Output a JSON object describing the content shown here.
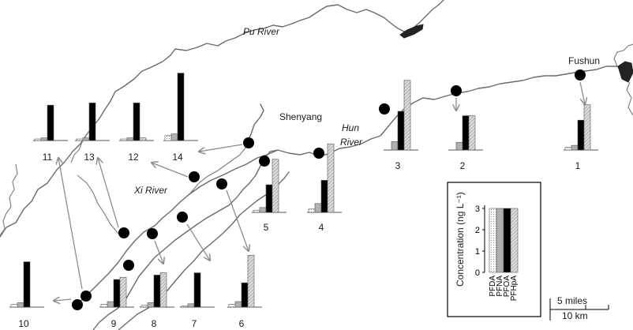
{
  "rivers": {
    "pu": "Pu River",
    "hun_line1": "Hun",
    "hun_line2": "River",
    "xi": "Xi River"
  },
  "cities": {
    "shenyang": "Shenyang",
    "fushun": "Fushun"
  },
  "series": [
    {
      "name": "PFDA",
      "color": "#ffffff",
      "pattern": "dots"
    },
    {
      "name": "PFNA",
      "color": "#b0b0b0",
      "pattern": "solid"
    },
    {
      "name": "PFOA",
      "color": "#000000",
      "pattern": "solid"
    },
    {
      "name": "PFHpA",
      "color": "#d0d0d0",
      "pattern": "hatch"
    }
  ],
  "legend": {
    "axis_label": "Concentration (ng L⁻¹)",
    "ticks": [
      "0",
      "1",
      "2",
      "3"
    ],
    "example_values": [
      3,
      3,
      3,
      3
    ]
  },
  "scale_bar": {
    "miles": "5 miles",
    "km": "10 km"
  },
  "chart_data": {
    "type": "bar",
    "unit": "ng L-1",
    "series_names": [
      "PFDA",
      "PFNA",
      "PFOA",
      "PFHpA"
    ],
    "sites": [
      {
        "id": "1",
        "values": [
          0.12,
          0.21,
          1.35,
          2.05
        ]
      },
      {
        "id": "2",
        "values": [
          0.0,
          0.35,
          1.55,
          1.55
        ]
      },
      {
        "id": "3",
        "values": [
          0.0,
          0.38,
          1.75,
          3.15
        ]
      },
      {
        "id": "4",
        "values": [
          0.15,
          0.4,
          1.45,
          3.1
        ]
      },
      {
        "id": "5",
        "values": [
          0.1,
          0.22,
          1.25,
          2.4
        ]
      },
      {
        "id": "6",
        "values": [
          0.13,
          0.25,
          1.1,
          2.35
        ]
      },
      {
        "id": "7",
        "values": [
          0.05,
          0.15,
          1.55,
          0.0
        ]
      },
      {
        "id": "8",
        "values": [
          0.08,
          0.2,
          1.45,
          1.55
        ]
      },
      {
        "id": "9",
        "values": [
          0.13,
          0.25,
          1.25,
          1.35
        ]
      },
      {
        "id": "10",
        "values": [
          0.12,
          0.2,
          2.05,
          0.0
        ]
      },
      {
        "id": "11",
        "values": [
          0.07,
          0.12,
          1.6,
          0.0
        ]
      },
      {
        "id": "12",
        "values": [
          0.07,
          0.12,
          1.7,
          0.12
        ]
      },
      {
        "id": "13",
        "values": [
          0.07,
          0.12,
          1.7,
          0.0
        ]
      },
      {
        "id": "14",
        "values": [
          0.22,
          0.3,
          3.05,
          0.0
        ]
      }
    ]
  }
}
